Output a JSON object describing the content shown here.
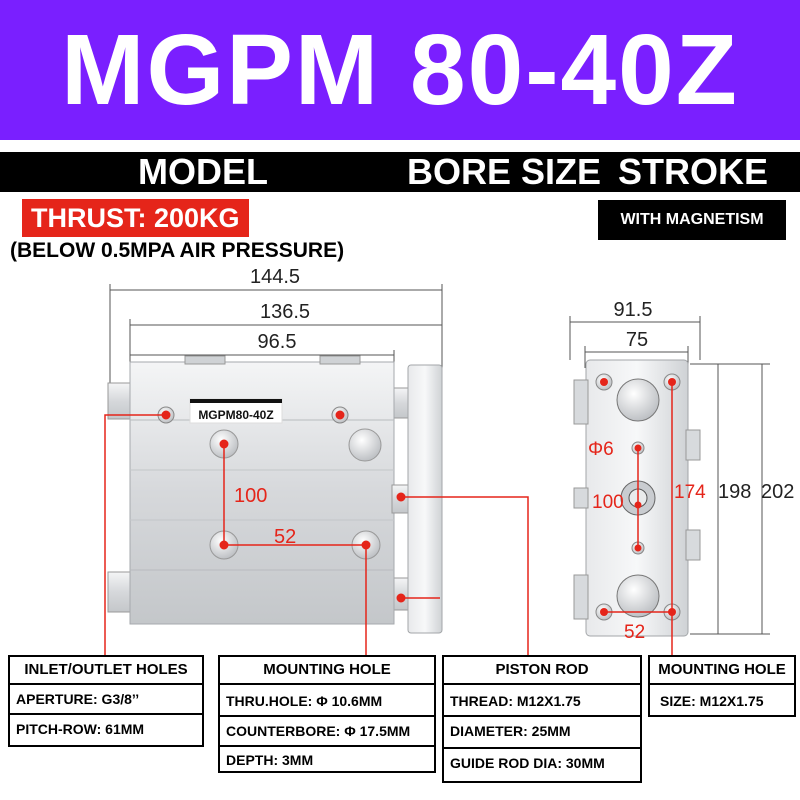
{
  "title": "MGPM 80-40Z",
  "labels": {
    "model": "MODEL",
    "bore_size": "BORE SIZE",
    "stroke": "STROKE",
    "thrust": "THRUST: 200KG",
    "magnetism": "WITH MAGNETISM",
    "pressure_note": "(BELOW 0.5MPA AIR PRESSURE)",
    "body_label": "MGPM80-40Z"
  },
  "dimensions": {
    "overall_length": "144.5",
    "body_plate_length": "136.5",
    "body_length": "96.5",
    "port_spacing": "100",
    "hole_spacing": "52",
    "side_width": "91.5",
    "side_inner_width": "75",
    "side_hole_dia": "Φ6",
    "side_vertical": "100",
    "side_hole_pitch": "174",
    "side_height": "198",
    "side_total_height": "202",
    "side_bottom": "52"
  },
  "spec_boxes": [
    {
      "title": "INLET/OUTLET HOLES",
      "lines": [
        "APERTURE: G3/8’’",
        "PITCH-ROW: 61MM"
      ]
    },
    {
      "title": "MOUNTING HOLE",
      "lines": [
        "THRU.HOLE: Φ 10.6MM",
        "COUNTERBORE: Φ 17.5MM",
        "DEPTH: 3MM"
      ]
    },
    {
      "title": "PISTON ROD",
      "lines": [
        "THREAD: M12X1.75",
        "DIAMETER: 25MM",
        "GUIDE ROD DIA: 30MM"
      ]
    },
    {
      "title": "MOUNTING HOLE",
      "lines": [
        "SIZE: M12X1.75"
      ]
    }
  ],
  "colors": {
    "banner": "#7a1fff",
    "accent_red": "#e5251a",
    "black": "#000000",
    "metal": "#d9dbde"
  }
}
